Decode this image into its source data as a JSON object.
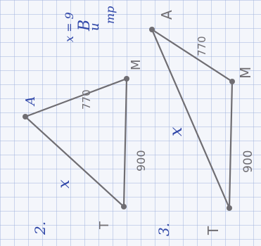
{
  "photo": {
    "kind": "handwritten notebook page on grid paper, photographed rotated 90 degrees",
    "paper_color": "#f4f6fb",
    "grid_color": "#9fb3dc",
    "ink_color": "#2f46a8",
    "pencil_color": "#6f6d72"
  },
  "top_note": {
    "line1": "x = 9",
    "line2": "B",
    "line3": "u",
    "line4": "тр"
  },
  "problem_2": {
    "number": "2.",
    "vertices": {
      "apex": "A",
      "right": "M",
      "bottom": "T"
    },
    "side_AM": "770",
    "side_MT": "900",
    "side_AT": "x"
  },
  "problem_3": {
    "number": "3.",
    "vertices": {
      "apex": "A",
      "right": "M",
      "bottom": "T"
    },
    "side_AM": "770",
    "side_MT": "900",
    "side_AT": "x"
  }
}
